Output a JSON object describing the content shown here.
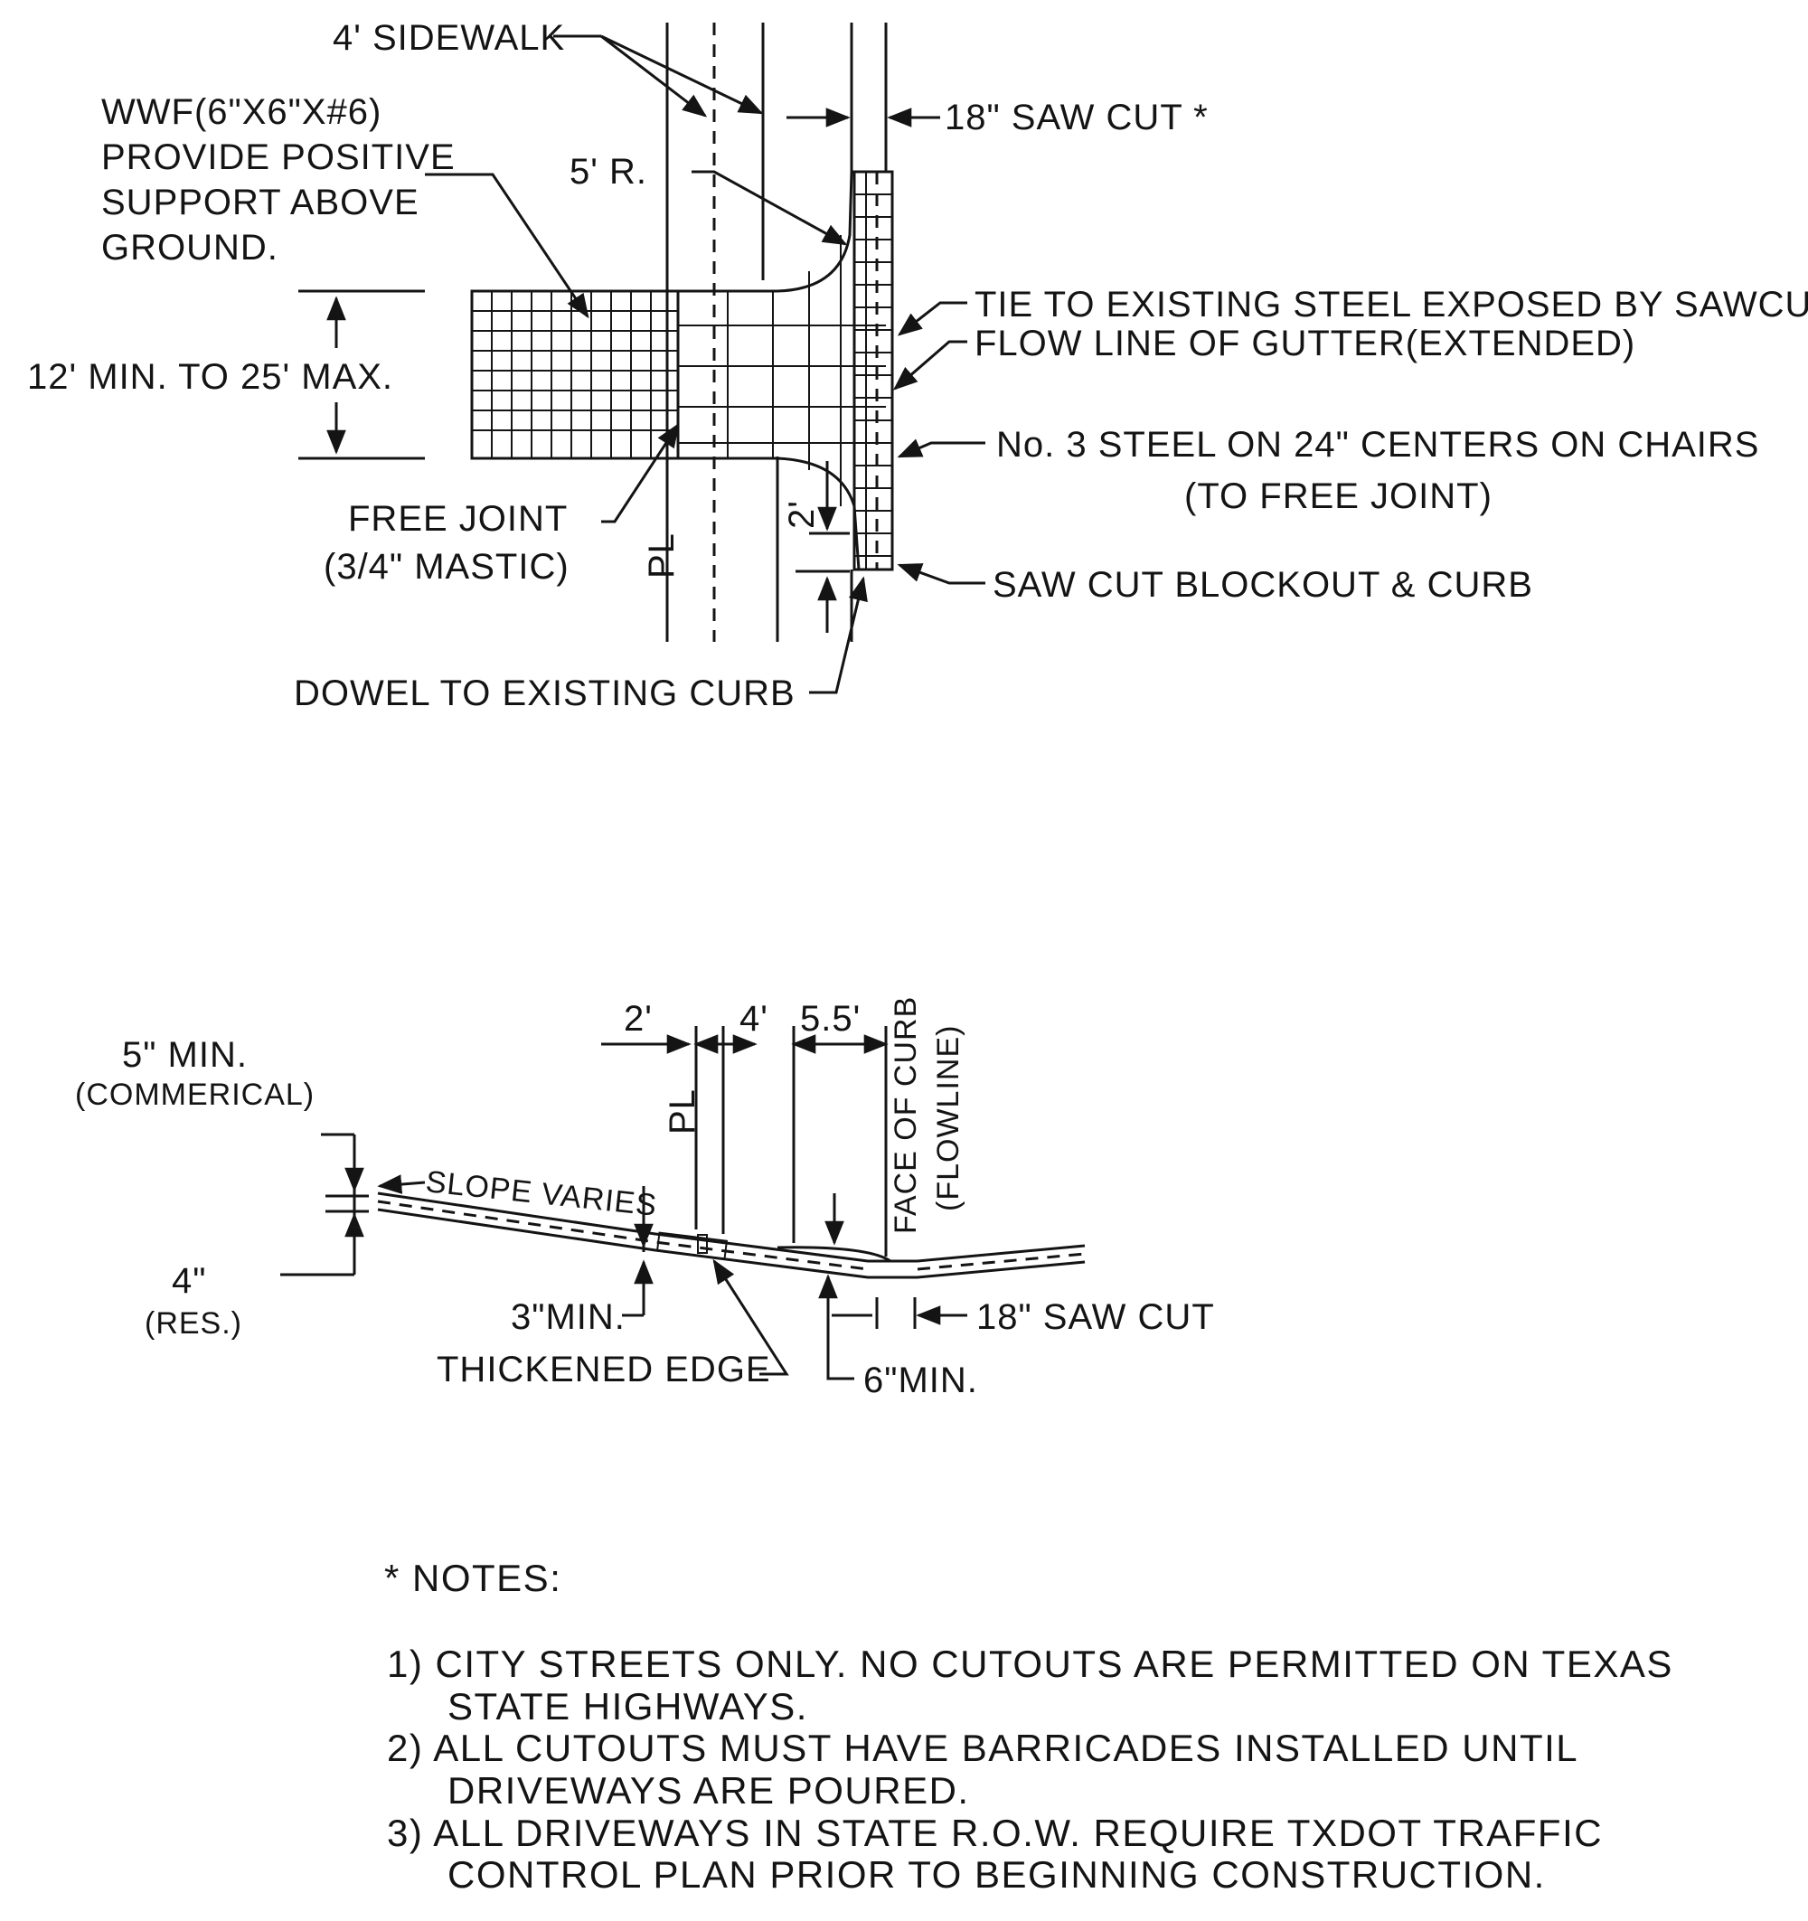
{
  "plan": {
    "sidewalk": "4' SIDEWALK",
    "wwf_line1": "WWF(6\"X6\"X#6)",
    "wwf_line2": "PROVIDE POSITIVE",
    "wwf_line3": "SUPPORT ABOVE",
    "wwf_line4": "GROUND.",
    "radius": "5' R.",
    "saw_cut_top": "18\" SAW CUT *",
    "tie_steel": "TIE TO EXISTING STEEL EXPOSED BY SAWCUT",
    "flow_line": "FLOW LINE OF GUTTER(EXTENDED)",
    "width_dim": "12' MIN. TO 25' MAX.",
    "steel_line1": "No. 3 STEEL ON 24\" CENTERS ON CHAIRS",
    "steel_line2": "(TO FREE JOINT)",
    "free_joint_1": "FREE JOINT",
    "free_joint_2": "(3/4\" MASTIC)",
    "pl": "PL",
    "two_ft": "2'",
    "saw_cut_blockout": "SAW CUT BLOCKOUT & CURB",
    "dowel": "DOWEL TO EXISTING CURB"
  },
  "section": {
    "dim_2": "2'",
    "dim_4": "4'",
    "dim_55": "5.5'",
    "face_of_curb": "FACE OF CURB",
    "flowline": "(FLOWLINE)",
    "pl": "PL",
    "five_min": "5\" MIN.",
    "commercial": "(COMMERICAL)",
    "slope_varies": "SLOPE VARIES",
    "four_in": "4\"",
    "res": "(RES.)",
    "three_min": "3\"MIN.",
    "thickened_edge": "THICKENED EDGE",
    "six_min": "6\"MIN.",
    "saw_cut": "18\" SAW CUT"
  },
  "notes": {
    "header": "* NOTES:",
    "n1_a": "1) CITY STREETS ONLY. NO CUTOUTS ARE PERMITTED ON TEXAS",
    "n1_b": "STATE HIGHWAYS.",
    "n2_a": "2) ALL CUTOUTS MUST HAVE BARRICADES INSTALLED UNTIL",
    "n2_b": "DRIVEWAYS ARE POURED.",
    "n3_a": "3) ALL  DRIVEWAYS IN STATE R.O.W. REQUIRE TXDOT TRAFFIC",
    "n3_b": "CONTROL PLAN PRIOR TO BEGINNING CONSTRUCTION."
  }
}
